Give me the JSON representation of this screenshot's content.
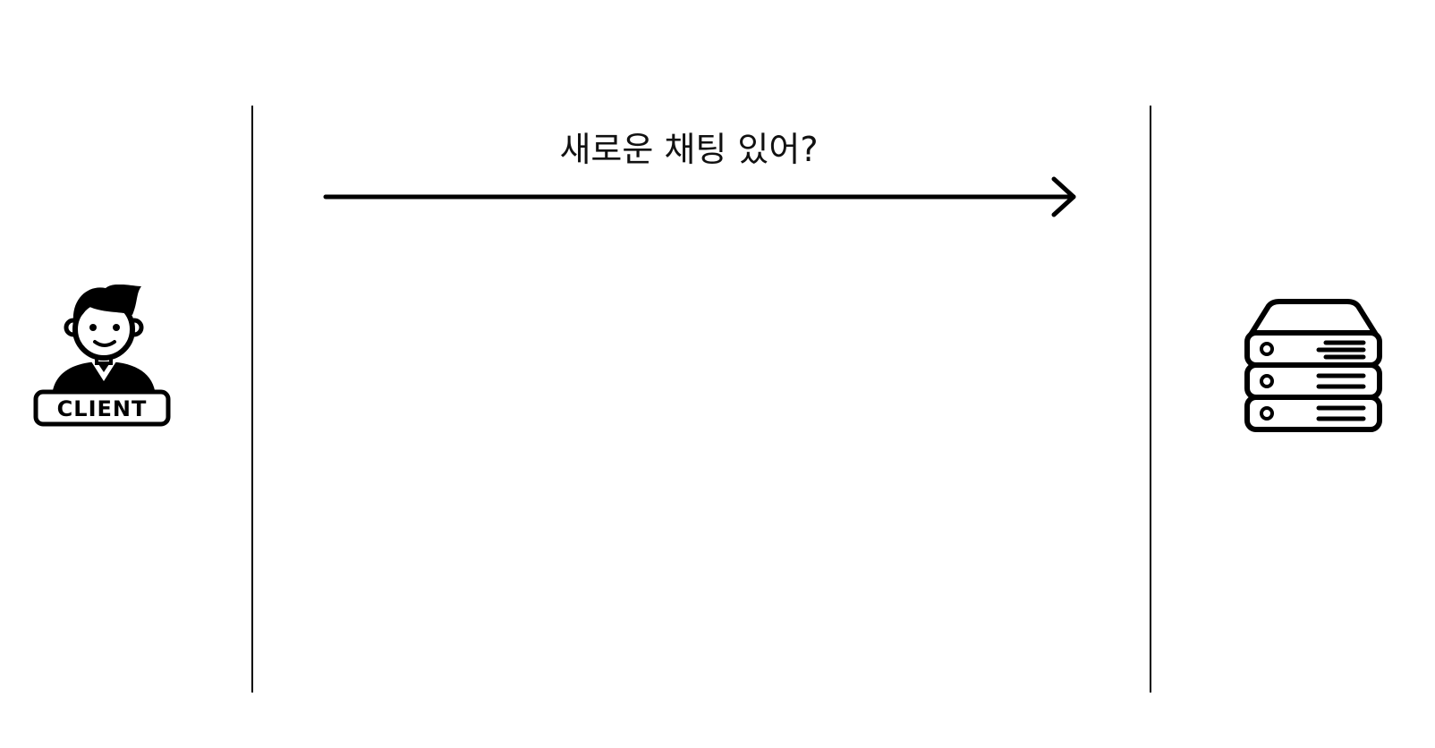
{
  "message": {
    "label": "새로운 채팅 있어?",
    "direction": "client-to-server"
  },
  "actors": {
    "client": {
      "icon": "client-person-icon",
      "badge_label": "CLIENT"
    },
    "server": {
      "icon": "server-rack-icon"
    }
  },
  "colors": {
    "stroke": "#000000",
    "background": "#ffffff"
  }
}
